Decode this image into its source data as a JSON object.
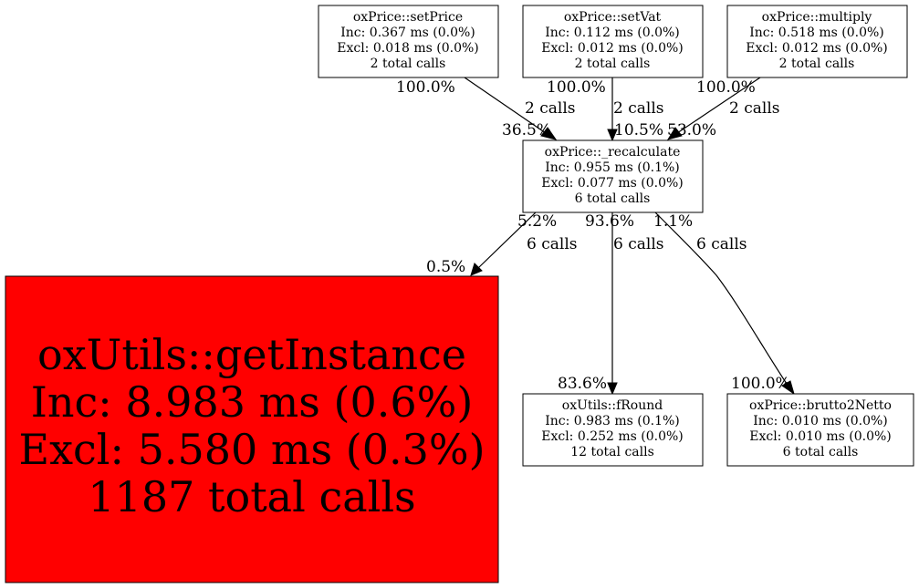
{
  "nodes": {
    "setPrice": {
      "title": "oxPrice::setPrice",
      "inc": "Inc: 0.367 ms (0.0%)",
      "excl": "Excl: 0.018 ms (0.0%)",
      "calls": "2 total calls"
    },
    "setVat": {
      "title": "oxPrice::setVat",
      "inc": "Inc: 0.112 ms (0.0%)",
      "excl": "Excl: 0.012 ms (0.0%)",
      "calls": "2 total calls"
    },
    "multiply": {
      "title": "oxPrice::multiply",
      "inc": "Inc: 0.518 ms (0.0%)",
      "excl": "Excl: 0.012 ms (0.0%)",
      "calls": "2 total calls"
    },
    "recalculate": {
      "title": "oxPrice::_recalculate",
      "inc": "Inc: 0.955 ms (0.1%)",
      "excl": "Excl: 0.077 ms (0.0%)",
      "calls": "6 total calls"
    },
    "getInstance": {
      "title": "oxUtils::getInstance",
      "inc": "Inc: 8.983 ms (0.6%)",
      "excl": "Excl: 5.580 ms (0.3%)",
      "calls": "1187 total calls",
      "color": "#ff0000"
    },
    "fRound": {
      "title": "oxUtils::fRound",
      "inc": "Inc: 0.983 ms (0.1%)",
      "excl": "Excl: 0.252 ms (0.0%)",
      "calls": "12 total calls"
    },
    "brutto2Netto": {
      "title": "oxPrice::brutto2Netto",
      "inc": "Inc: 0.010 ms (0.0%)",
      "excl": "Excl: 0.010 ms (0.0%)",
      "calls": "6 total calls"
    }
  },
  "edges": {
    "setPrice_recalc": {
      "src_pct": "100.0%",
      "calls": "2 calls",
      "dst_pct": "36.5%"
    },
    "setVat_recalc": {
      "src_pct": "100.0%",
      "calls": "2 calls",
      "dst_pct": "10.5%"
    },
    "multiply_recalc": {
      "src_pct": "100.0%",
      "calls": "2 calls",
      "dst_pct": "53.0%"
    },
    "recalc_getInstance": {
      "src_pct": "5.2%",
      "calls": "6 calls",
      "dst_pct": "0.5%"
    },
    "recalc_fRound": {
      "src_pct": "93.6%",
      "calls": "6 calls",
      "dst_pct": "83.6%"
    },
    "recalc_brutto2Netto": {
      "src_pct": "1.1%",
      "calls": "6 calls",
      "dst_pct": "100.0%"
    }
  }
}
